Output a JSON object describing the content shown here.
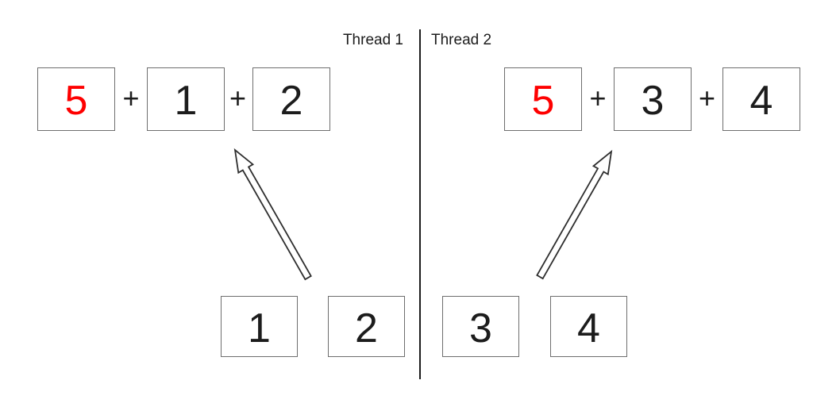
{
  "header": {
    "thread1_label": "Thread 1",
    "thread2_label": "Thread 2"
  },
  "operator": "+",
  "thread1": {
    "sum_row": {
      "terms": [
        "5",
        "1",
        "2"
      ],
      "highlighted_index": 0
    },
    "source_boxes": [
      "1",
      "2"
    ]
  },
  "thread2": {
    "sum_row": {
      "terms": [
        "5",
        "3",
        "4"
      ],
      "highlighted_index": 0
    },
    "source_boxes": [
      "3",
      "4"
    ]
  },
  "colors": {
    "background": "#ffffff",
    "accumulator_red": "#fe0000",
    "number_black": "#1c1c1c",
    "box_border": "#6e6e6e",
    "divider": "#1c1c1c",
    "arrow_outline": "#2e2e2e"
  }
}
